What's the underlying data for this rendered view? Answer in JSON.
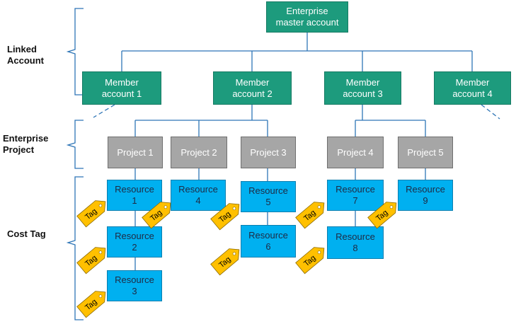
{
  "labels": {
    "linked": [
      "Linked",
      "Account"
    ],
    "project": [
      "Enterprise",
      "Project"
    ],
    "cost": "Cost Tag"
  },
  "master": [
    "Enterprise",
    "master account"
  ],
  "members": [
    [
      "Member",
      "account 1"
    ],
    [
      "Member",
      "account 2"
    ],
    [
      "Member",
      "account 3"
    ],
    [
      "Member",
      "account 4"
    ]
  ],
  "projects": [
    "Project 1",
    "Project 2",
    "Project 3",
    "Project 4",
    "Project 5"
  ],
  "resources": [
    [
      "Resource",
      "1"
    ],
    [
      "Resource",
      "2"
    ],
    [
      "Resource",
      "3"
    ],
    [
      "Resource",
      "4"
    ],
    [
      "Resource",
      "5"
    ],
    [
      "Resource",
      "6"
    ],
    [
      "Resource",
      "7"
    ],
    [
      "Resource",
      "8"
    ],
    [
      "Resource",
      "9"
    ]
  ],
  "tag_label": "Tag",
  "colors": {
    "account": "#1d9b7d",
    "project": "#a6a6a6",
    "resource": "#00b0f0",
    "tag": "#ffc000",
    "line": "#2e75b6"
  }
}
